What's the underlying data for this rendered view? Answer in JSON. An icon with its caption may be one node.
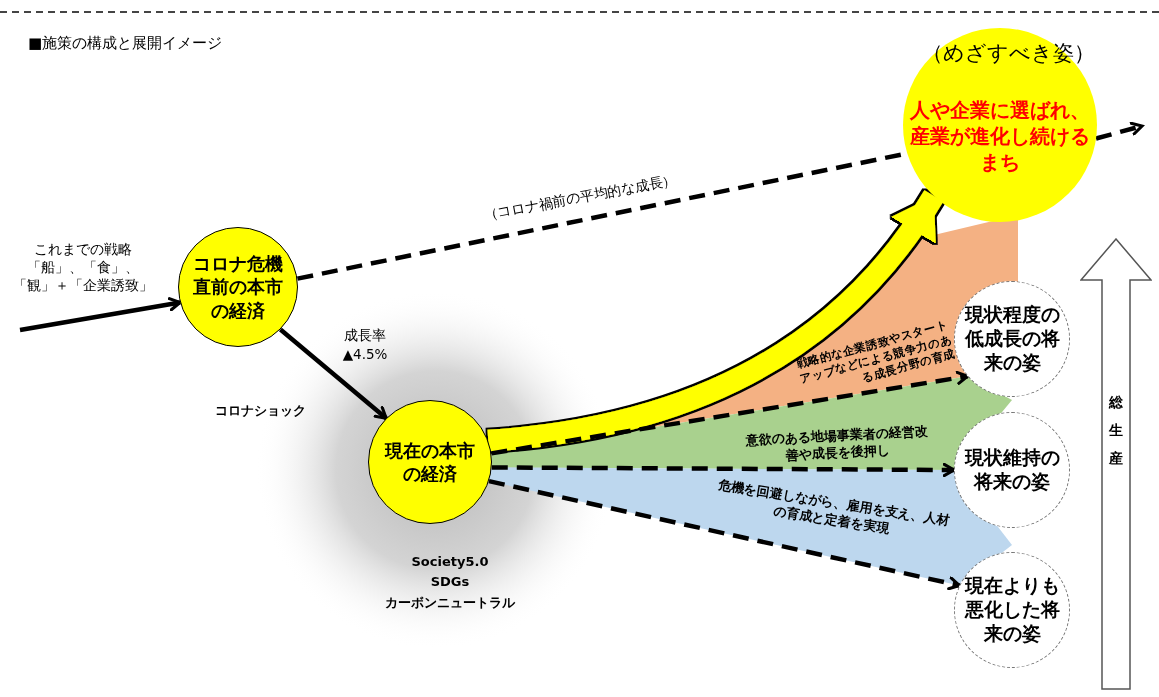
{
  "diagram": {
    "title": "■施策の構成と展開イメージ",
    "nodes": [
      {
        "text": [
          "コロナ危機直前の本市の経済"
        ]
      },
      {
        "text": [
          "現在の本市の経済"
        ]
      },
      {
        "text": [
          "（めざすべき姿）",
          "人や企業に選ばれ、産業が進化し続けるまち"
        ]
      },
      {
        "text": [
          "現状程度の低成長の将来の姿"
        ]
      },
      {
        "text": [
          "現状維持の将来の姿"
        ]
      },
      {
        "text": [
          "現在よりも悪化した将来の姿"
        ]
      },
      {
        "text": [
          "総生産"
        ]
      }
    ],
    "edges": [
      {
        "from": null,
        "to": 0,
        "arrow": "to",
        "label": "これまでの戦略「船」、「食」、「観」＋「企業誘致」"
      },
      {
        "from": 0,
        "to": 1,
        "arrow": "to",
        "label": "コロナショック"
      },
      {
        "from": 0,
        "to": 2,
        "arrow": "none",
        "label": "（コロナ禍前の平均的な成長）",
        "style": "dashed"
      },
      {
        "from": 1,
        "to": 2,
        "arrow": "to",
        "style": "thick",
        "color": "#ffff00"
      },
      {
        "from": 1,
        "to": 3,
        "arrow": "to",
        "label": "戦略的な企業誘致やスタートアップなどによる競争力のある成長分野の育成",
        "style": "dashed"
      },
      {
        "from": 1,
        "to": 4,
        "arrow": "to",
        "label": "意欲のある地場事業者の経営改善や成長を後押し",
        "style": "dashed"
      },
      {
        "from": 1,
        "to": 5,
        "arrow": "to",
        "label": "危機を回避しながら、雇用を支え、人材の育成と定着を実現",
        "style": "dashed"
      },
      {
        "from": 2,
        "to": null,
        "arrow": "to",
        "style": "dashed"
      }
    ],
    "labels": [
      "成長率▲4.5%",
      "Society5.0",
      "SDGs",
      "カーボンニュートラル"
    ]
  }
}
